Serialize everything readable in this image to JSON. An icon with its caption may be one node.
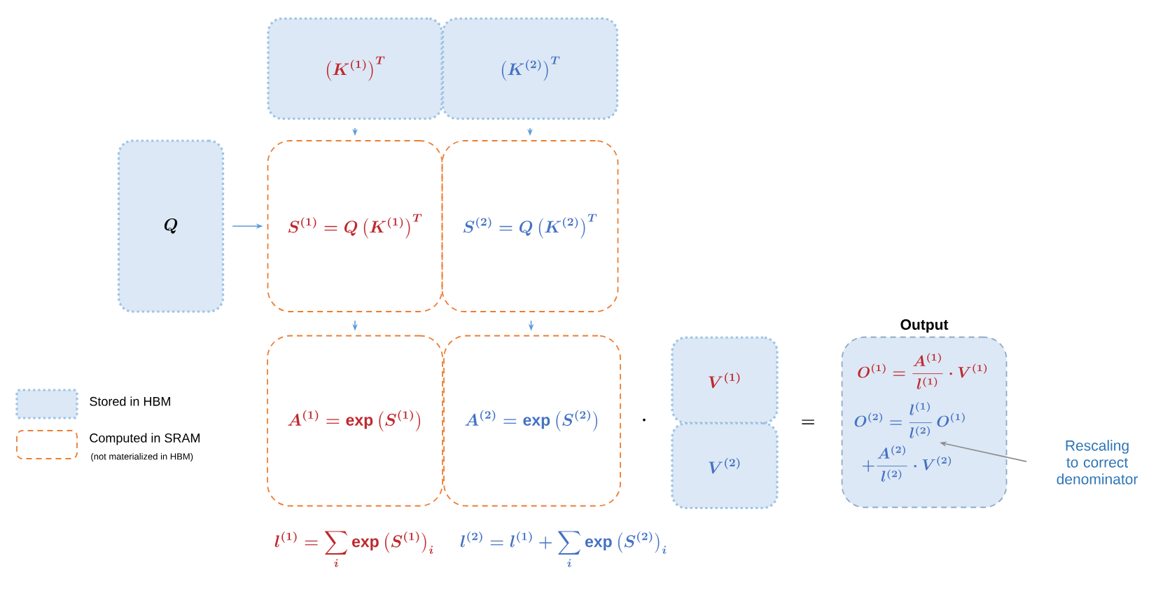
{
  "diagram": {
    "nodes": [
      {
        "text": [
          "\\left(K^{(1)}\\right)^{T}"
        ]
      },
      {
        "text": [
          "\\left(K^{(2)}\\right)^{T}"
        ]
      },
      {
        "text": [
          "Q"
        ]
      },
      {
        "text": [
          "S^{(1)} = Q\\left(K^{(1)}\\right)^{T}"
        ]
      },
      {
        "text": [
          "S^{(2)} = Q\\left(K^{(2)}\\right)^{T}"
        ]
      },
      {
        "text": [
          "A^{(1)} = \\exp\\left(S^{(1)}\\right)"
        ]
      },
      {
        "text": [
          "A^{(2)} = \\exp\\left(S^{(2)}\\right)"
        ]
      },
      {
        "text": [
          "V^{(1)}"
        ]
      },
      {
        "text": [
          "V^{(2)}"
        ]
      },
      {
        "text": [
          "Output",
          "O^{(1)} = \\frac{A^{(1)}}{l^{(1)}} \\cdot V^{(1)}",
          "O^{(2)} = \\frac{l^{(1)}}{l^{(2)}}\\,O^{(1)}",
          "+ \\frac{A^{(2)}}{l^{(2)}} \\cdot V^{(2)}"
        ]
      },
      {
        "text": [
          "Rescaling to correct denominator"
        ]
      }
    ],
    "edges": [
      {
        "from": 0,
        "to": 3,
        "arrow": "to"
      },
      {
        "from": 1,
        "to": 4,
        "arrow": "to"
      },
      {
        "from": 2,
        "to": 3,
        "arrow": "to"
      },
      {
        "from": 3,
        "to": 5,
        "arrow": "to"
      },
      {
        "from": 4,
        "to": 6,
        "arrow": "to"
      },
      {
        "from": 10,
        "to": 9,
        "arrow": "to",
        "color": "#8c8c8c"
      }
    ],
    "labels": [
      "l^{(1)} = \\sum_{i} \\exp\\left(S^{(1)}\\right)_{i}",
      "l^{(2)} = l^{(1)} + \\sum_{i} \\exp\\left(S^{(2)}\\right)_{i}",
      "\\cdot",
      "=",
      "(not materialized in HBM)"
    ],
    "legend": [
      {
        "text": "Stored in HBM",
        "color": "#dce8f5"
      },
      {
        "text": "Computed in SRAM"
      }
    ]
  }
}
